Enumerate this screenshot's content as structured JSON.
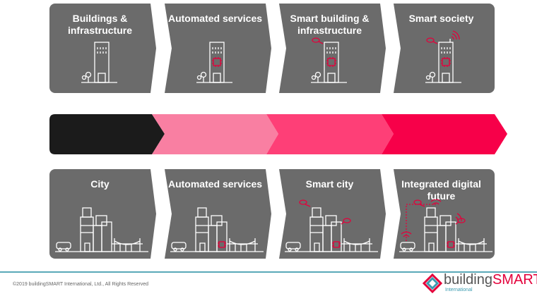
{
  "top_row": [
    {
      "title": "Buildings & infrastructure"
    },
    {
      "title": "Automated services"
    },
    {
      "title": "Smart building & infrastructure"
    },
    {
      "title": "Smart society"
    }
  ],
  "bottom_row": [
    {
      "title": "City"
    },
    {
      "title": "Automated services"
    },
    {
      "title": "Smart city"
    },
    {
      "title": "Integrated digital future"
    }
  ],
  "progress_colors": [
    "#1b1b1b",
    "#f97fa2",
    "#fe3f77",
    "#f70049"
  ],
  "footer": {
    "copyright": "©2019 buildingSMART International, Ltd., All Rights Reserved",
    "logo_text_a": "building",
    "logo_text_b": "SMART",
    "logo_sub": "International"
  }
}
